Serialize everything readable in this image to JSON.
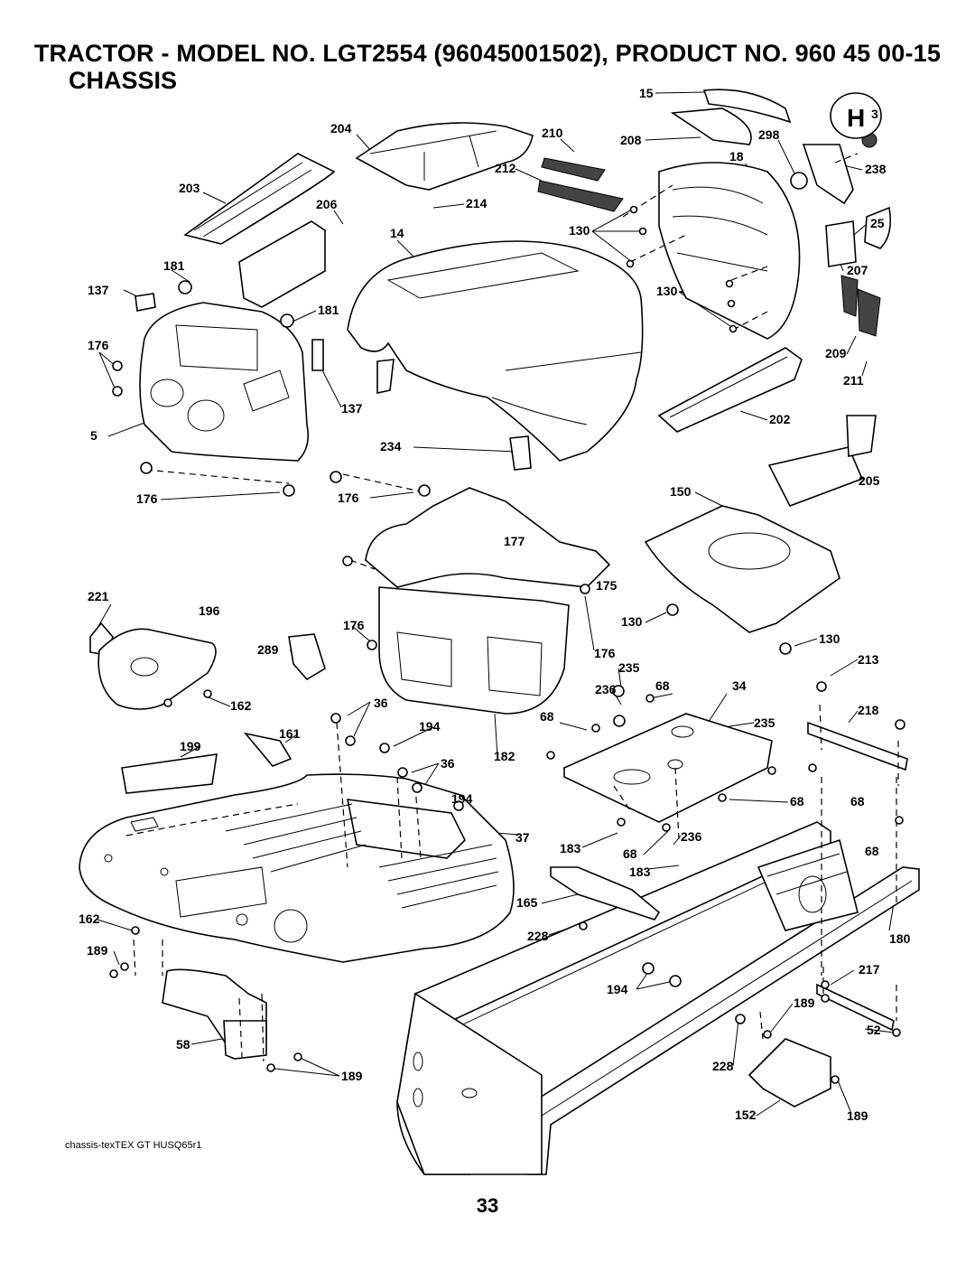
{
  "header": {
    "title": "TRACTOR - MODEL NO. LGT2554 (96045001502), PRODUCT NO. 960 45 00-15",
    "section": "CHASSIS"
  },
  "callouts": [
    "15",
    "3",
    "204",
    "210",
    "208",
    "298",
    "18",
    "238",
    "212",
    "203",
    "206",
    "214",
    "14",
    "130",
    "25",
    "181",
    "207",
    "137",
    "130",
    "181",
    "176",
    "209",
    "211",
    "137",
    "202",
    "5",
    "234",
    "205",
    "176",
    "176",
    "150",
    "177",
    "175",
    "221",
    "196",
    "176",
    "130",
    "130",
    "289",
    "176",
    "213",
    "235",
    "162",
    "36",
    "236",
    "68",
    "34",
    "218",
    "161",
    "194",
    "68",
    "235",
    "199",
    "182",
    "36",
    "194",
    "68",
    "68",
    "37",
    "183",
    "236",
    "68",
    "68",
    "183",
    "165",
    "228",
    "180",
    "162",
    "189",
    "217",
    "194",
    "189",
    "58",
    "52",
    "228",
    "189",
    "152",
    "189"
  ],
  "footer": {
    "drawing_ref": "chassis-texTEX GT HUSQ65r1",
    "page_number": "33"
  }
}
